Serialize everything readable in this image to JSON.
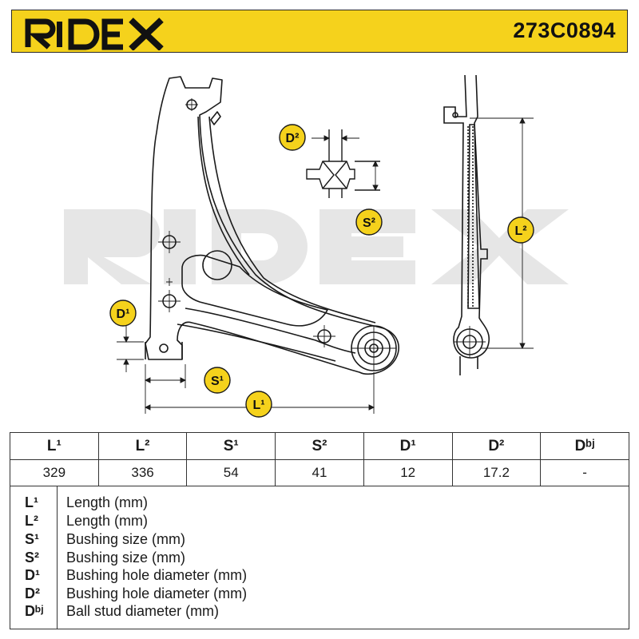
{
  "header": {
    "logo_text": "RIDEX",
    "part_number": "273C0894"
  },
  "watermark": {
    "text": "RIDEX"
  },
  "diagram": {
    "labels": {
      "d2": "D²",
      "s2": "S²",
      "l2": "L²",
      "d1": "D¹",
      "s1": "S¹",
      "l1": "L¹"
    }
  },
  "table": {
    "headers": [
      "L¹",
      "L²",
      "S¹",
      "S²",
      "D¹",
      "D²",
      "Dᵇʲ"
    ],
    "values": [
      "329",
      "336",
      "54",
      "41",
      "12",
      "17.2",
      "-"
    ]
  },
  "legend": [
    {
      "key": "L¹",
      "desc": "Length (mm)"
    },
    {
      "key": "L²",
      "desc": "Length (mm)"
    },
    {
      "key": "S¹",
      "desc": "Bushing size (mm)"
    },
    {
      "key": "S²",
      "desc": "Bushing size (mm)"
    },
    {
      "key": "D¹",
      "desc": "Bushing hole diameter (mm)"
    },
    {
      "key": "D²",
      "desc": "Bushing hole diameter (mm)"
    },
    {
      "key": "Dᵇʲ",
      "desc": "Ball stud diameter (mm)"
    }
  ],
  "colors": {
    "brand_yellow": "#f5d21c",
    "badge_yellow": "#f5d21c",
    "watermark_gray": "#e6e6e6",
    "line": "#1a1a1a"
  }
}
